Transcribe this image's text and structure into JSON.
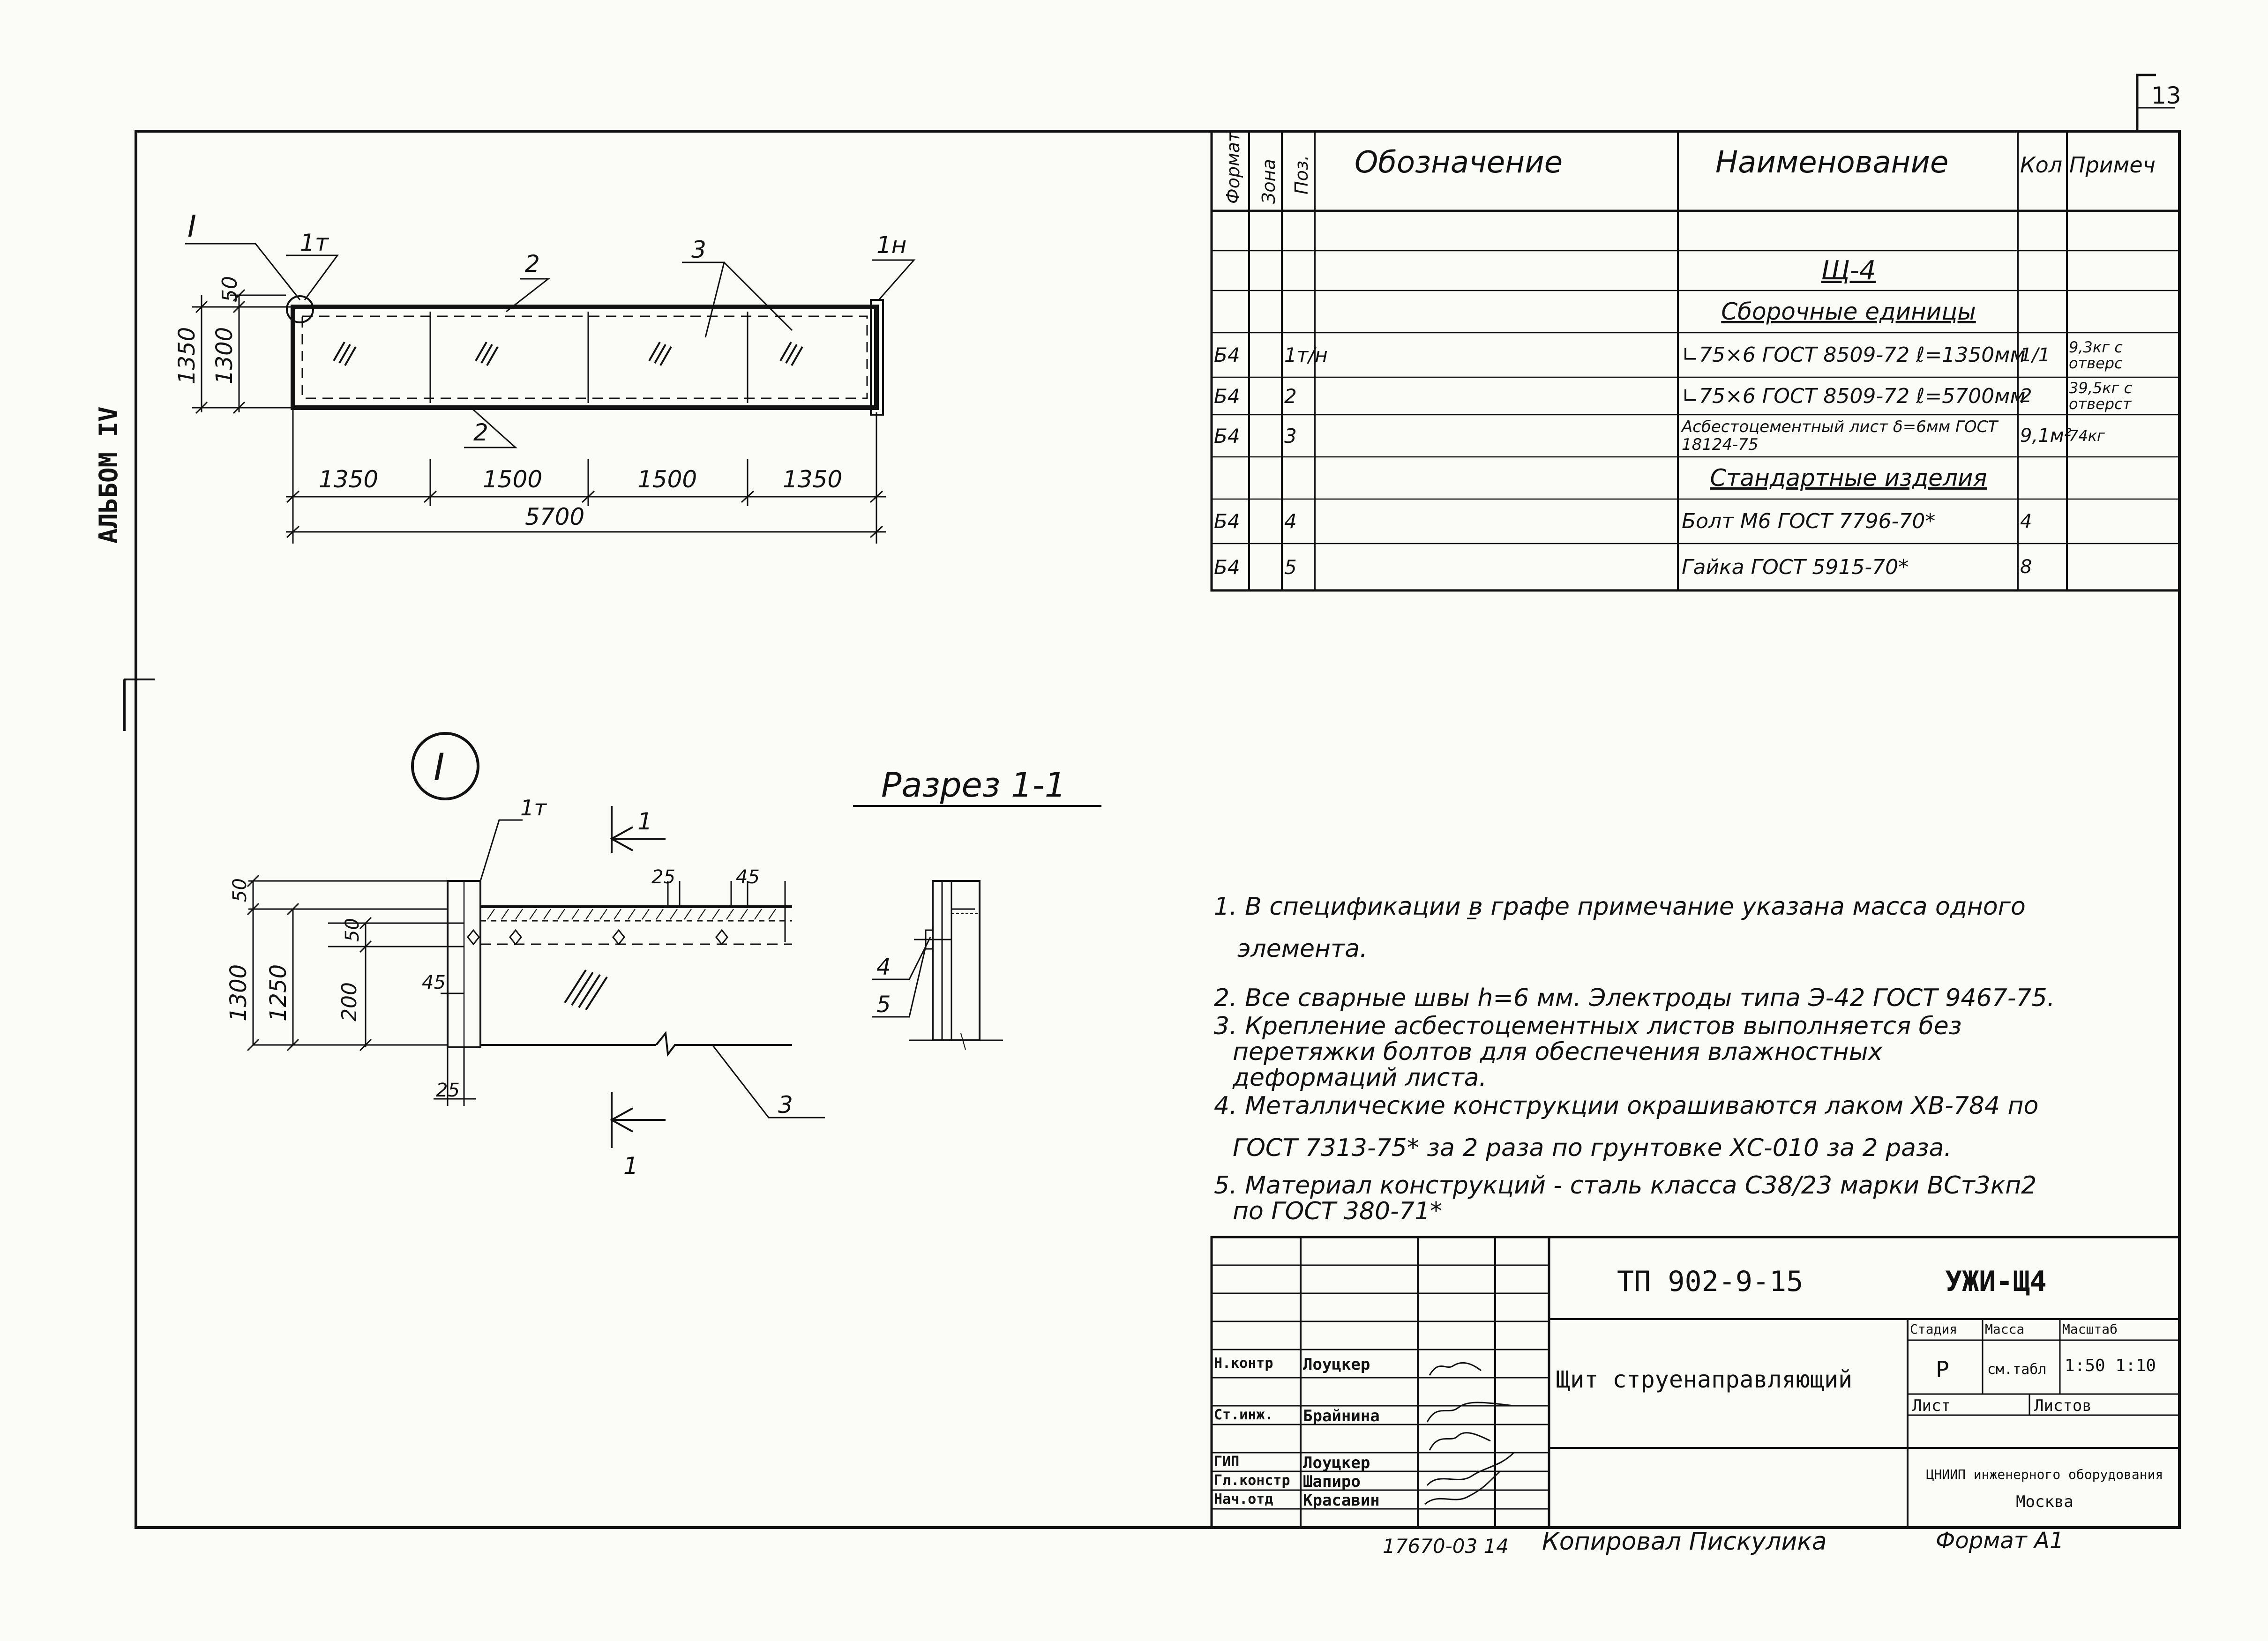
{
  "sheet": {
    "page_number": "13",
    "album": "АЛЬБОМ IV"
  },
  "spec_table": {
    "headers": {
      "format": "Формат",
      "zone": "Зона",
      "pos": "Поз.",
      "designation": "Обозначение",
      "name": "Наименование",
      "qty": "Кол",
      "note": "Примеч"
    },
    "rows": [
      {
        "format": "",
        "pos": "",
        "name": "",
        "qty": "",
        "note": ""
      },
      {
        "format": "",
        "pos": "",
        "name": "Щ-4",
        "qty": "",
        "note": ""
      },
      {
        "format": "",
        "pos": "",
        "name": "Сборочные единицы",
        "qty": "",
        "note": ""
      },
      {
        "format": "Б4",
        "pos": "1т/н",
        "name": "∟75×6 ГОСТ 8509-72 ℓ=1350мм",
        "qty": "1/1",
        "note": "9,3кг с отверс"
      },
      {
        "format": "Б4",
        "pos": "2",
        "name": "∟75×6 ГОСТ 8509-72 ℓ=5700мм",
        "qty": "2",
        "note": "39,5кг с отверст"
      },
      {
        "format": "Б4",
        "pos": "3",
        "name": "Асбестоцементный лист δ=6мм ГОСТ 18124-75",
        "qty": "9,1м²",
        "note": "74кг"
      },
      {
        "format": "",
        "pos": "",
        "name": "Стандартные изделия",
        "qty": "",
        "note": ""
      },
      {
        "format": "Б4",
        "pos": "4",
        "name": "Болт М6 ГОСТ 7796-70*",
        "qty": "4",
        "note": ""
      },
      {
        "format": "Б4",
        "pos": "5",
        "name": "Гайка ГОСТ 5915-70*",
        "qty": "8",
        "note": ""
      }
    ]
  },
  "plan_view": {
    "callout_I": "I",
    "marks": {
      "p1t": "1т",
      "p1n": "1н",
      "p2": "2",
      "p3": "3"
    },
    "dims_top": [
      "1350",
      "1500",
      "1500",
      "1350"
    ],
    "dim_total": "5700",
    "dims_left": [
      "50",
      "1350",
      "1300"
    ]
  },
  "detail_view": {
    "circle_label": "I",
    "mark_1t": "1т",
    "cut_label": "1",
    "dims_left": [
      "50",
      "50",
      "1300",
      "1250",
      "200"
    ],
    "dims_small": [
      "25",
      "45",
      "45",
      "25"
    ],
    "mark_3": "3"
  },
  "section_view": {
    "title": "Разрез 1-1",
    "marks": [
      "4",
      "5"
    ]
  },
  "notes": [
    "1. В спецификации в графе примечание указана масса одного",
    "элемента.",
    "2. Все сварные швы h=6 мм. Электроды типа Э-42 ГОСТ 9467-75.",
    "3. Крепление асбестоцементных листов выполняется без",
    "перетяжки болтов для обеспечения влажностных",
    "деформаций листа.",
    "4. Металлические конструкции окрашиваются лаком ХВ-784 по",
    "ГОСТ 7313-75* за 2 раза по грунтовке ХС-010 за 2 раза.",
    "5. Материал конструкций - сталь класса С38/23 марки ВСт3кп2",
    "по ГОСТ 380-71*"
  ],
  "title_block": {
    "project_code": "ТП 902-9-15",
    "sheet_code": "УЖИ-Щ4",
    "title": "Щит струенаправляющий",
    "stage_header": "Стадия",
    "mass_header": "Масса",
    "scale_header": "Масштаб",
    "stage": "Р",
    "mass": "см.табл",
    "scale": "1:50 1:10",
    "sheet_label": "Лист",
    "sheets_label": "Листов",
    "org": "ЦНИИП инженерного оборудования",
    "city": "Москва",
    "signatures": [
      {
        "role": "Н.контр",
        "name": "Лоуцкер"
      },
      {
        "role": "Ст.инж.",
        "name": "Брайнина"
      },
      {
        "role": "ГИП",
        "name": "Лоуцкер"
      },
      {
        "role": "Гл.констр",
        "name": "Шапиро"
      },
      {
        "role": "Нач.отд",
        "name": "Красавин"
      }
    ]
  },
  "footer": {
    "doc_number": "17670-03 14",
    "copied_by": "Копировал Пискулика",
    "format": "Формат А1"
  }
}
